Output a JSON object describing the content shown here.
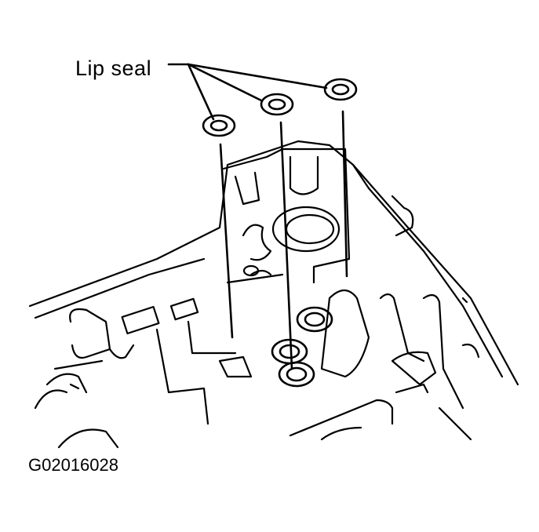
{
  "diagram": {
    "callout_label": "Lip seal",
    "figure_id": "G02016028",
    "callout_target_count": 3,
    "line_color": "#000000",
    "background_color": "#ffffff"
  }
}
